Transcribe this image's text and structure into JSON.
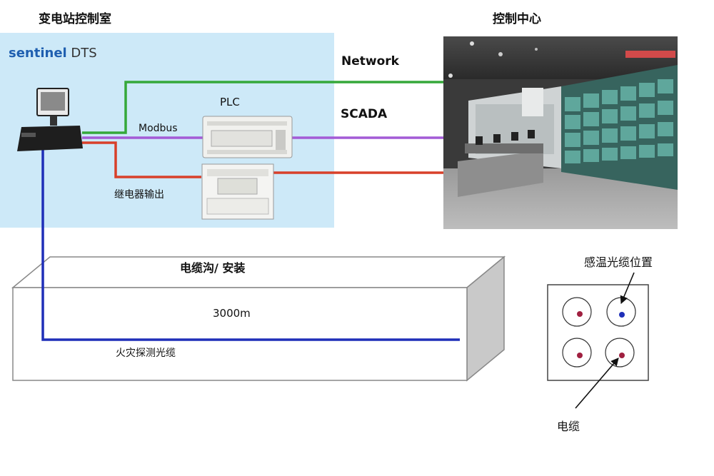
{
  "labels": {
    "substation_title": "变电站控制室",
    "control_center_title": "控制中心",
    "sentinel_brand_a": "sentinel",
    "sentinel_brand_b": " DTS",
    "network": "Network",
    "scada": "SCADA",
    "plc": "PLC",
    "modbus": "Modbus",
    "relay_output": "继电器输出",
    "trench_title": "电缆沟/ 安装",
    "length": "3000m",
    "fire_cable": "火灾探测光缆",
    "sensor_position": "感温光缆位置",
    "power_cable": "电缆"
  },
  "colors": {
    "panel_bg": "#cde9f8",
    "network_line": "#35a83a",
    "modbus_line": "#a35bd6",
    "relay_line": "#d8402a",
    "fiber_line": "#1f2fb8",
    "brand_blue": "#1f5fb0",
    "cable_core": "#a02040",
    "sensor_core": "#1f2fb8"
  },
  "icons": {
    "dts_unit": "computer-workstation-icon",
    "plc": "plc-device-icon",
    "relay": "relay-panel-icon"
  }
}
